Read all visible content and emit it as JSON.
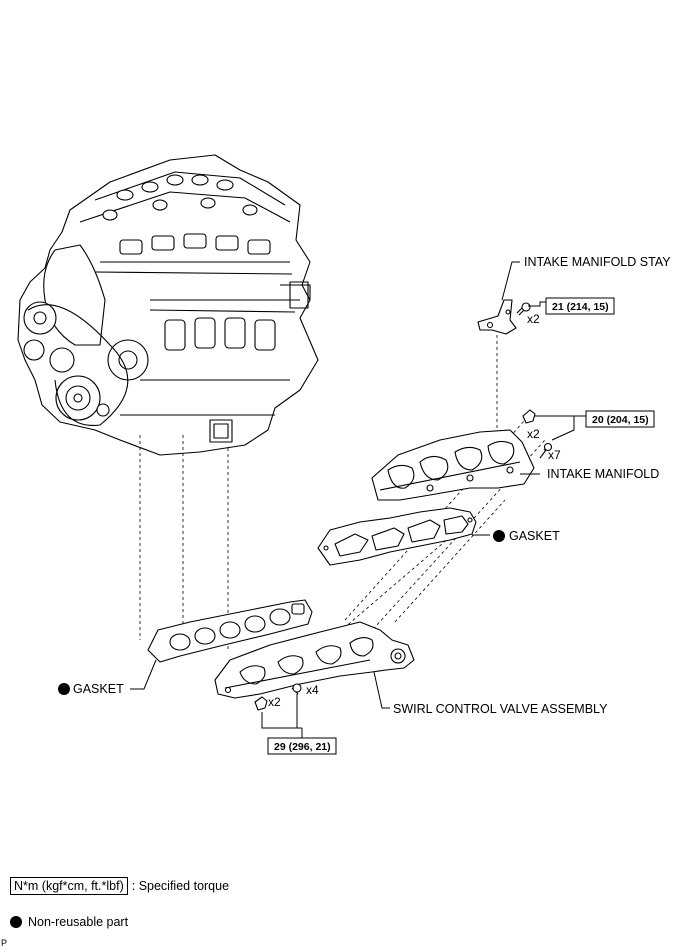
{
  "labels": {
    "intake_manifold_stay": "INTAKE MANIFOLD STAY",
    "intake_manifold": "INTAKE MANIFOLD",
    "gasket_upper": "GASKET",
    "gasket_lower": "GASKET",
    "swirl_control_valve": "SWIRL CONTROL VALVE ASSEMBLY"
  },
  "torques": {
    "stay_bolt": "21 (214, 15)",
    "manifold_bolt": "20 (204, 15)",
    "swirl_bolt": "29 (296, 21)"
  },
  "quantities": {
    "stay_bolt": "x2",
    "manifold_nut": "x2",
    "manifold_bolt": "x7",
    "swirl_nut": "x2",
    "swirl_bolt": "x4"
  },
  "legend": {
    "torque_unit": "N*m (kgf*cm, ft.*lbf)",
    "torque_desc": ": Specified torque",
    "nonreusable_desc": "Non-reusable part"
  },
  "corner_mark": "P"
}
